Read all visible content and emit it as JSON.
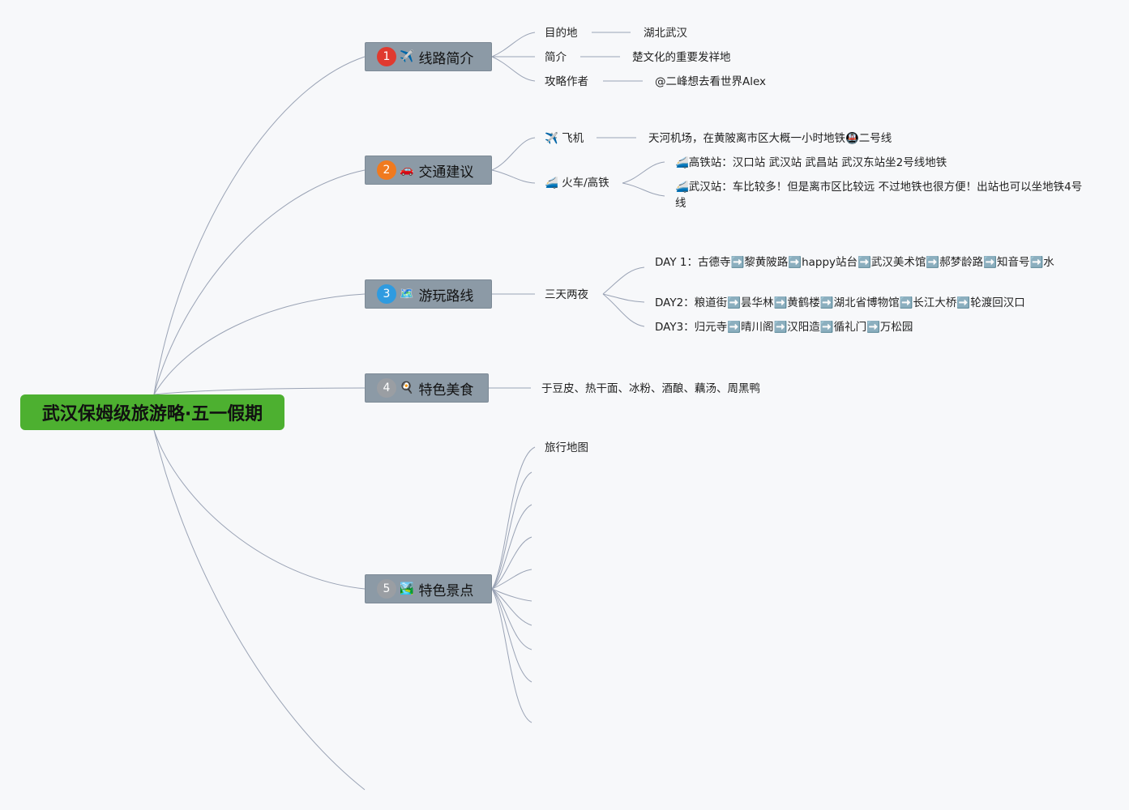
{
  "root": {
    "title": "武汉保姆级旅游略·五一假期"
  },
  "branches": [
    {
      "badge": "1",
      "badge_color": "#e03a2f",
      "icon": "✈️",
      "label": "线路简介",
      "items": [
        {
          "label": "目的地",
          "value": "湖北武汉"
        },
        {
          "label": "简介",
          "value": "楚文化的重要发祥地"
        },
        {
          "label": "攻略作者",
          "value": "@二峰想去看世界Alex"
        }
      ]
    },
    {
      "badge": "2",
      "badge_color": "#f07a1e",
      "icon": "🚗",
      "label": "交通建议",
      "items": [
        {
          "label": "✈️ 飞机",
          "value": "天河机场，在黄陂离市区大概一小时地铁🚇二号线"
        },
        {
          "label": "🚄 火车/高铁",
          "values": [
            "🚄高铁站：汉口站 武汉站 武昌站 武汉东站坐2号线地铁",
            "🚄武汉站：车比较多！但是离市区比较远 不过地铁也很方便！出站也可以坐地铁4号线"
          ]
        }
      ]
    },
    {
      "badge": "3",
      "badge_color": "#2f9be0",
      "icon": "🗺️",
      "label": "游玩路线",
      "items": [
        {
          "label": "三天两夜",
          "values": [
            "DAY 1：古德寺➡️黎黄陂路➡️happy站台➡️武汉美术馆➡️郝梦龄路➡️知音号➡️水",
            "DAY2：粮道街➡️昙华林➡️黄鹤楼➡️湖北省博物馆➡️长江大桥➡️轮渡回汉口",
            "DAY3：归元寺➡️晴川阁➡️汉阳造➡️循礼门➡️万松园"
          ]
        }
      ]
    },
    {
      "badge": "4",
      "badge_color": "#9a9ea3",
      "icon": "🍳",
      "label": "特色美食",
      "items": [
        {
          "value": "于豆皮、热干面、冰粉、酒酿、藕汤、周黑鸭"
        }
      ]
    },
    {
      "badge": "5",
      "badge_color": "#9a9ea3",
      "icon": "🏞️",
      "label": "特色景点",
      "items": [
        {
          "label": "旅行地图"
        }
      ]
    }
  ],
  "colors": {
    "line": "#9aa3b5",
    "branch_bg": "#8c9aa6",
    "root_bg": "#4db030"
  }
}
